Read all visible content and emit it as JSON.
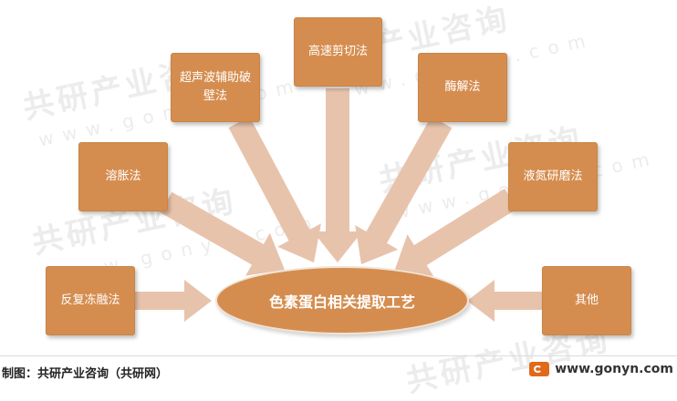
{
  "diagram": {
    "center_label": "色素蛋白相关提取工艺",
    "methods": [
      "反复冻融法",
      "溶胀法",
      "超声波辅助破壁法",
      "高速剪切法",
      "酶解法",
      "液氮研磨法",
      "其他"
    ]
  },
  "footer": {
    "source": "制图：共研产业咨询（共研网）",
    "site": "www.gonyn.com"
  },
  "watermark": {
    "cn": "共研产业咨询",
    "en": "www.gonyn.com"
  },
  "colors": {
    "box": "#d58d4f",
    "arrow": "#e8c3ac",
    "text": "#ffffff"
  }
}
